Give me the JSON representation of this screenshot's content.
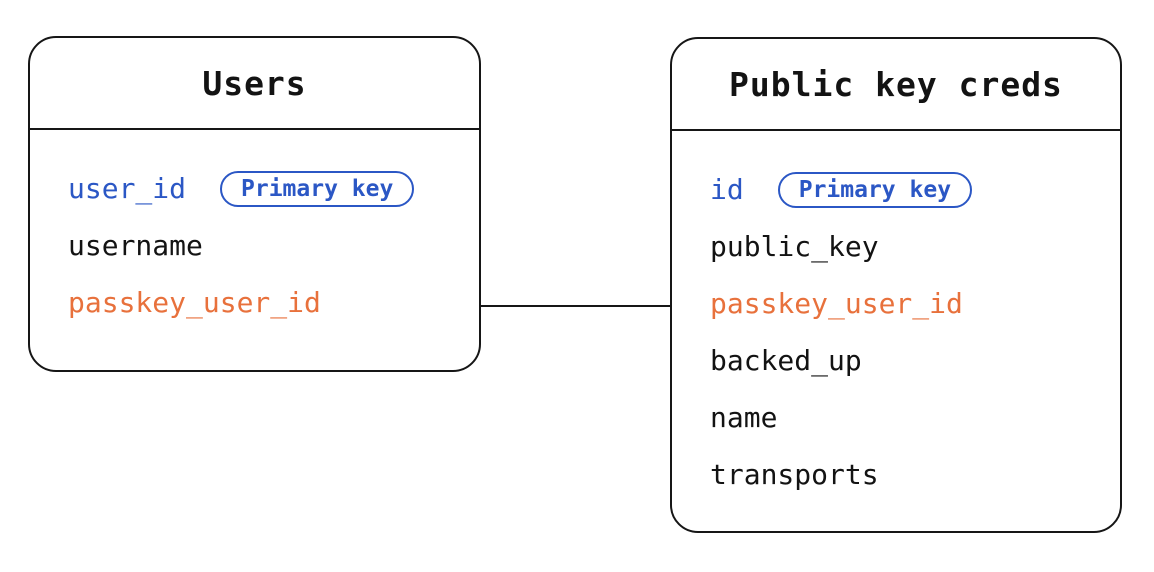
{
  "diagram": {
    "tables": [
      {
        "title": "Users",
        "fields": [
          {
            "name": "user_id",
            "color": "blue",
            "badge": "Primary key"
          },
          {
            "name": "username",
            "color": "black"
          },
          {
            "name": "passkey_user_id",
            "color": "orange"
          }
        ]
      },
      {
        "title": "Public key creds",
        "fields": [
          {
            "name": "id",
            "color": "blue",
            "badge": "Primary key"
          },
          {
            "name": "public_key",
            "color": "black"
          },
          {
            "name": "passkey_user_id",
            "color": "orange"
          },
          {
            "name": "backed_up",
            "color": "black"
          },
          {
            "name": "name",
            "color": "black"
          },
          {
            "name": "transports",
            "color": "black"
          }
        ]
      }
    ],
    "relationship": {
      "from_table": "Users",
      "from_field": "passkey_user_id",
      "to_table": "Public key creds",
      "to_field": "passkey_user_id"
    }
  },
  "colors": {
    "primary_key_blue": "#2B57C5",
    "reference_orange": "#E8713C",
    "text_black": "#131313",
    "border_black": "#161616",
    "background": "#FFFFFF"
  }
}
